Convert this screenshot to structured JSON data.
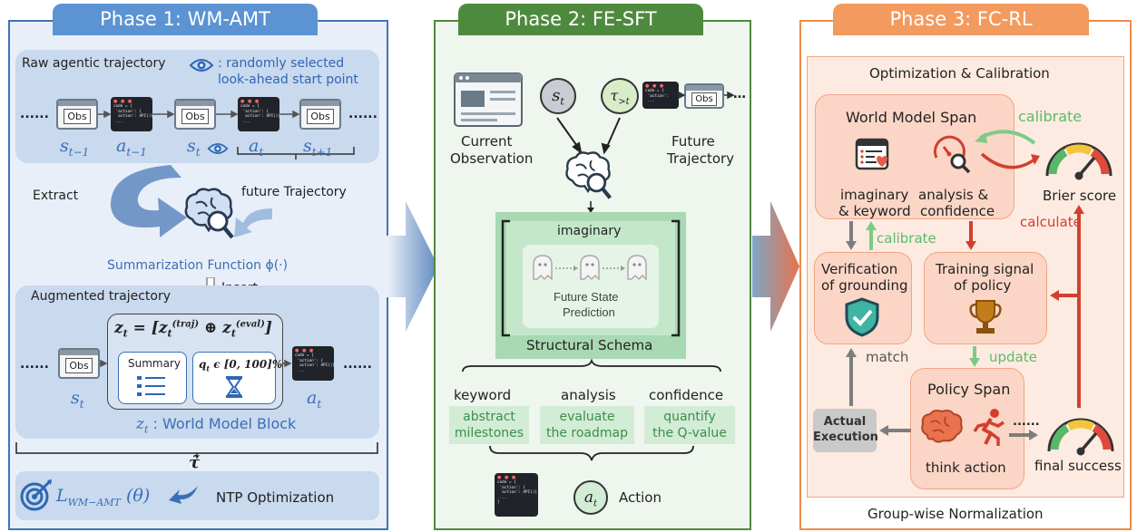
{
  "phase1": {
    "title": "Phase 1: WM-AMT",
    "raw_label": "Raw agentic trajectory",
    "eye_note_line1": ": randomly selected",
    "eye_note_line2": "look-ahead start point",
    "obs_label": "Obs",
    "ellipsis": "......",
    "state_labels": [
      "s_{t−1}",
      "a_{t−1}",
      "s_t",
      "a_t",
      "s_{t+1}"
    ],
    "extract_label": "Extract",
    "future_label": "future Trajectory",
    "summarization_label": "Summarization Function ϕ(·)",
    "insert_label": "Insert",
    "augmented_label": "Augmented trajectory",
    "z_formula": "z_t = [z_t^(traj) ⊕ z_t^(eval)]",
    "summary_label": "Summary",
    "q_label": "q_t ϵ [0, 100]%",
    "aug_s_label": "s_t",
    "aug_a_label": "a_t",
    "block_label": "z_t : World Model Block",
    "tau_label": "τ̃",
    "loss_label": "L_WM−AMT (θ)",
    "ntp_label": "NTP Optimization",
    "colors": {
      "title_bg": "#5b93d3",
      "border": "#3f74b6",
      "panel_bg": "#e9eff8",
      "box_bg": "#c9d9ee"
    },
    "icons": [
      "eye-icon",
      "brain-magnifier-icon",
      "target-icon",
      "list-icon",
      "hourglass-icon"
    ]
  },
  "phase2": {
    "title": "Phase 2: FE-SFT",
    "current_obs_line1": "Current",
    "current_obs_line2": "Observation",
    "state": "s_t",
    "tau": "τ_>t",
    "obs_label": "Obs",
    "future_line1": "Future",
    "future_line2": "Trajectory",
    "imaginary": "imaginary",
    "future_state_line1": "Future State",
    "future_state_line2": "Prediction",
    "schema": "Structural Schema",
    "columns": [
      {
        "head": "keyword",
        "line1": "abstract",
        "line2": "milestones"
      },
      {
        "head": "analysis",
        "line1": "evaluate",
        "line2": "the roadmap"
      },
      {
        "head": "confidence",
        "line1": "quantify",
        "line2": "the Q-value"
      }
    ],
    "action_symbol": "a_t",
    "action_label": "Action",
    "colors": {
      "title_bg": "#4e8a3d",
      "border": "#4e8a3d",
      "panel_bg": "#eef6ee",
      "box_bg": "#d2ecd6"
    },
    "icons": [
      "browser-icon",
      "brain-magnifier-icon",
      "ghost-icon",
      "code-icon"
    ]
  },
  "phase3": {
    "title": "Phase 3: FC-RL",
    "optimization_label": "Optimization & Calibration",
    "wm_span": "World Model Span",
    "calibrate_top": "calibrate",
    "imaginary_line1": "imaginary",
    "imaginary_line2": "& keyword",
    "analysis_line1": "analysis &",
    "analysis_line2": "confidence",
    "brier": "Brier score",
    "calculate": "calculate",
    "calibrate_mid": "calibrate",
    "verification_line1": "Verification",
    "verification_line2": "of grounding",
    "training_line1": "Training signal",
    "training_line2": "of policy",
    "match": "match",
    "update": "update",
    "policy_span": "Policy Span",
    "actual_line1": "Actual",
    "actual_line2": "Execution",
    "think_action": "think action",
    "ellipsis": "......",
    "final_success": "final success",
    "group_norm": "Group-wise Normalization",
    "colors": {
      "title_bg": "#f39a5e",
      "border": "#f08a4b",
      "panel_bg": "#fdebe1",
      "box_bg": "#fbd6c6",
      "red": "#d33f2f",
      "green": "#5dbb6a"
    },
    "icons": [
      "document-icon",
      "magnifier-gauge-icon",
      "gauge-icon",
      "shield-check-icon",
      "trophy-icon",
      "brain-icon",
      "running-icon"
    ]
  }
}
